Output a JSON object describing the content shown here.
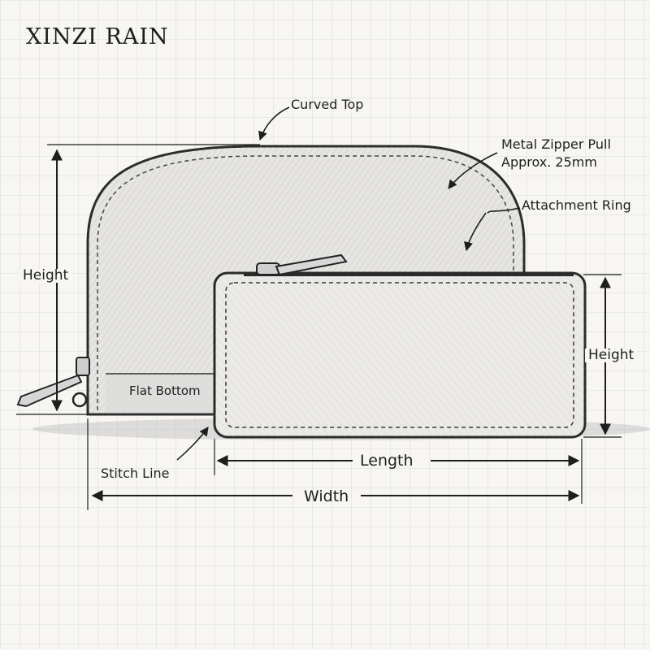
{
  "brand": {
    "name": "XINZI RAIN"
  },
  "labels": {
    "curved_top": "Curved Top",
    "zipper_pull_line1": "Metal Zipper Pull",
    "zipper_pull_line2": "Approx. 25mm",
    "attachment_ring": "Attachment Ring",
    "height_left": "Height",
    "height_right": "Height",
    "flat_bottom": "Flat Bottom",
    "stitch_line": "Stitch Line",
    "length": "Length",
    "width": "Width"
  },
  "colors": {
    "paper": "#f7f6f3",
    "grid": "#d9dadd",
    "ink": "#1e1e1e"
  }
}
